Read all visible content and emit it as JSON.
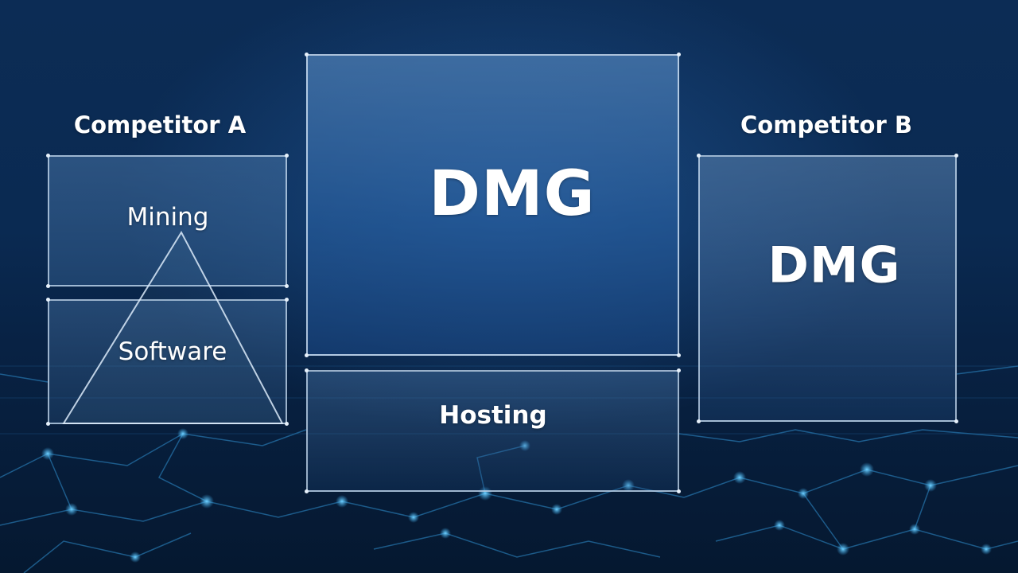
{
  "competitor_a": {
    "heading": "Competitor A",
    "segments": {
      "top": "Mining",
      "bottom": "Software"
    }
  },
  "center": {
    "main_label": "DMG",
    "bottom_label": "Hosting"
  },
  "competitor_b": {
    "heading": "Competitor B",
    "label": "DMG"
  },
  "colors": {
    "background": "#0a2a52",
    "panel_fill": "#2f6aa6",
    "border": "#c8dcf0",
    "network_glow": "#3aa8e8",
    "text": "#ffffff"
  }
}
